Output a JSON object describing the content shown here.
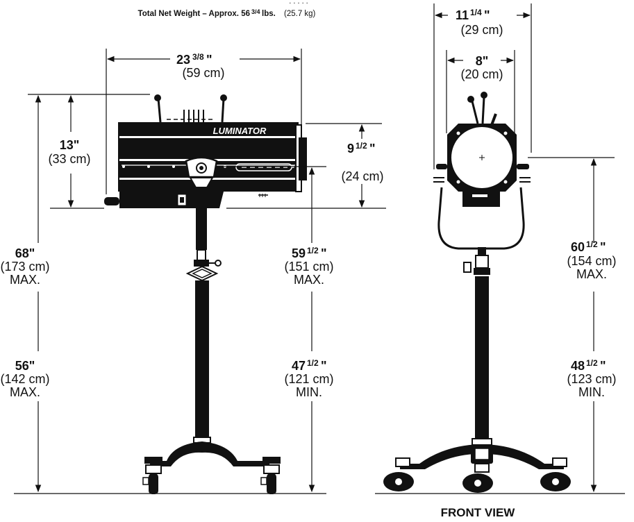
{
  "header": {
    "weight_text": "Total Net Weight – Approx. 56",
    "weight_frac": "3/4",
    "weight_unit": " lbs.",
    "weight_metric": " (25.7 kg)"
  },
  "brand": "LUMINATOR",
  "side_view": {
    "length": {
      "whole": "23",
      "frac": "3/8",
      "metric": "(59 cm)"
    },
    "housing_height": {
      "value": "13\"",
      "metric": "(33 cm)"
    },
    "lens_height": {
      "whole": "9",
      "frac": "1/2",
      "metric": "(24 cm)"
    },
    "max_overall": {
      "value": "68\"",
      "metric": "(173 cm)",
      "note": "MAX."
    },
    "min_overall": {
      "value": "56\"",
      "metric": "(142 cm)",
      "note": "MAX."
    },
    "max_center": {
      "whole": "59",
      "frac": "1/2",
      "metric": "(151 cm)",
      "note": "MAX."
    },
    "min_center": {
      "whole": "47",
      "frac": "1/2",
      "metric": "(121 cm)",
      "note": "MIN."
    }
  },
  "front_view": {
    "title": "FRONT VIEW",
    "outer_width": {
      "whole": "11",
      "frac": "1/4",
      "metric": "(29 cm)"
    },
    "inner_width": {
      "value": "8\"",
      "metric": "(20 cm)"
    },
    "max_center": {
      "whole": "60",
      "frac": "1/2",
      "metric": "(154 cm)",
      "note": "MAX."
    },
    "min_center": {
      "whole": "48",
      "frac": "1/2",
      "metric": "(123 cm)",
      "note": "MIN."
    }
  },
  "colors": {
    "ink": "#111111",
    "paper": "#ffffff"
  }
}
